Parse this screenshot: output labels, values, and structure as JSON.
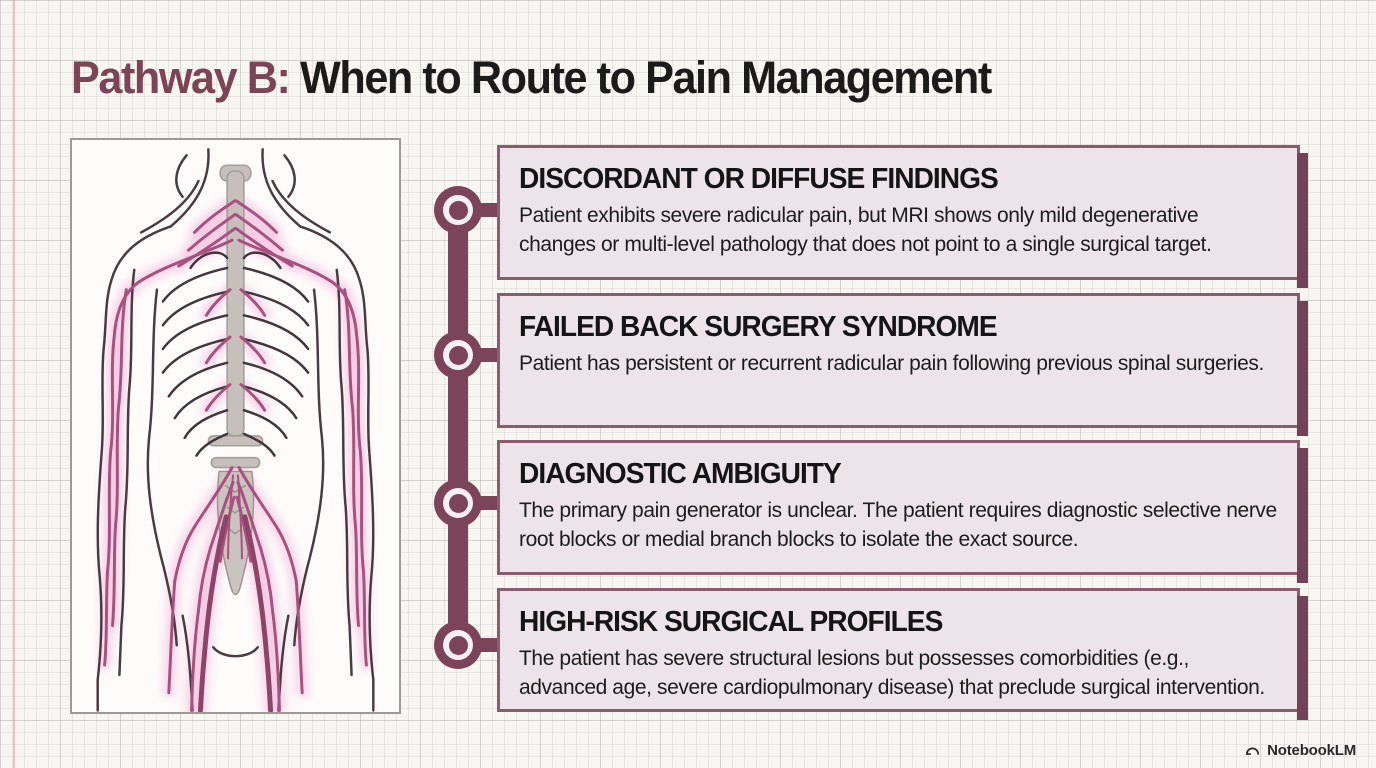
{
  "title": {
    "accent_text": "Pathway B:",
    "main_text": "When to Route to Pain Management"
  },
  "illustration": {
    "description": "posterior view of human back with spine, rib cage and highlighted nerves",
    "icon": "anatomy-back-nerves-illustration"
  },
  "steps": [
    {
      "heading": "DISCORDANT OR DIFFUSE FINDINGS",
      "body": "Patient exhibits severe radicular pain, but MRI shows only mild degenerative changes or multi-level pathology that does not point to a single surgical target."
    },
    {
      "heading": "FAILED BACK SURGERY SYNDROME",
      "body": "Patient has persistent or recurrent radicular pain following previous spinal surgeries."
    },
    {
      "heading": "DIAGNOSTIC AMBIGUITY",
      "body": "The primary pain generator is unclear. The patient requires diagnostic selective nerve root blocks or medial branch blocks to isolate the exact source."
    },
    {
      "heading": "HIGH-RISK SURGICAL PROFILES",
      "body": "The patient has severe structural lesions but possesses comorbidities (e.g., advanced age, severe cardiopulmonary disease) that preclude surgical intervention."
    }
  ],
  "watermark": {
    "label": "NotebookLM",
    "icon": "notebooklm-logo-icon"
  },
  "colors": {
    "accent": "#7b4458",
    "shadow": "#744257",
    "card_bg": "#ece4e8",
    "card_border": "#8a5c6f",
    "title_accent": "#7b4557",
    "text": "#1b1b1b",
    "nerve": "#a8517e",
    "nerve_glow": "#f0a6d4",
    "spine_grey": "#c6bfbb",
    "page_bg": "#f8f6f3"
  }
}
